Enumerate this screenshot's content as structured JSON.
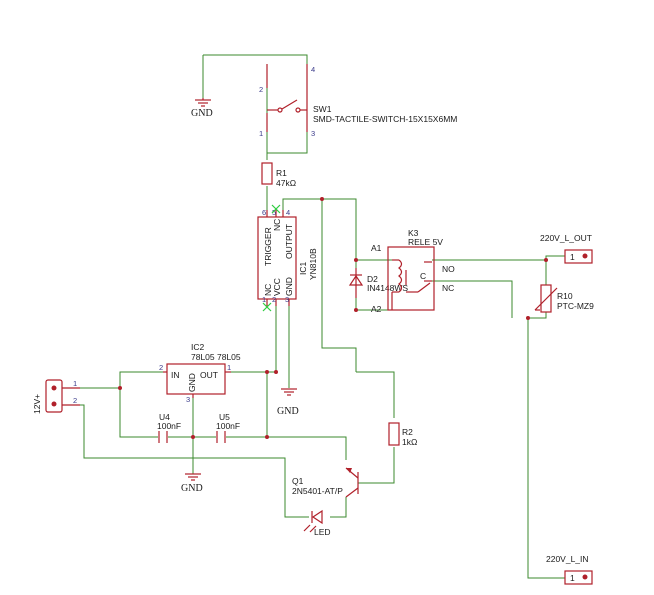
{
  "gnd_label": "GND",
  "sw1": {
    "ref": "SW1",
    "value": "SMD-TACTILE-SWITCH-15X15X6MM",
    "pins": [
      "2",
      "4",
      "1",
      "3"
    ]
  },
  "r1": {
    "ref": "R1",
    "value": "47kΩ"
  },
  "ic1": {
    "ref": "IC1",
    "value": "YN810B",
    "trigger": "TRIGGER",
    "nc_top": "NC",
    "output": "OUTPUT",
    "nc_bot": "NC",
    "vcc": "VCC",
    "gnd": "GND",
    "pins": [
      "6",
      "5",
      "4",
      "1",
      "2",
      "3"
    ]
  },
  "ic2": {
    "ref": "IC2",
    "value": "78L05 78L05",
    "in": "IN",
    "gnd": "GND",
    "out": "OUT",
    "pins": [
      "2",
      "1",
      "3"
    ]
  },
  "k3": {
    "ref": "K3",
    "value": "RELE 5V",
    "a1": "A1",
    "a2": "A2",
    "no": "NO",
    "nc": "NC",
    "c": "C"
  },
  "d2": {
    "ref": "D2",
    "value": "IN4148WS"
  },
  "r10": {
    "ref": "R10",
    "value": "PTC-MZ9"
  },
  "r2": {
    "ref": "R2",
    "value": "1kΩ"
  },
  "q1": {
    "ref": "Q1",
    "value": "2N5401-AT/P"
  },
  "u4": {
    "ref": "U4",
    "value": "100nF"
  },
  "u5": {
    "ref": "U5",
    "value": "100nF"
  },
  "led": {
    "label": "LED"
  },
  "power": {
    "label": "12V+",
    "pins": [
      "1",
      "2"
    ]
  },
  "out_conn": {
    "label": "220V_L_OUT",
    "pin": "1"
  },
  "in_conn": {
    "label": "220V_L_IN",
    "pin": "1"
  },
  "colors": {
    "wire": "#3b8a2e",
    "symbol": "#b0202a",
    "text": "#1a1a1a",
    "pin_text": "#3a3a8a",
    "noconnect": "#2ecc40"
  }
}
